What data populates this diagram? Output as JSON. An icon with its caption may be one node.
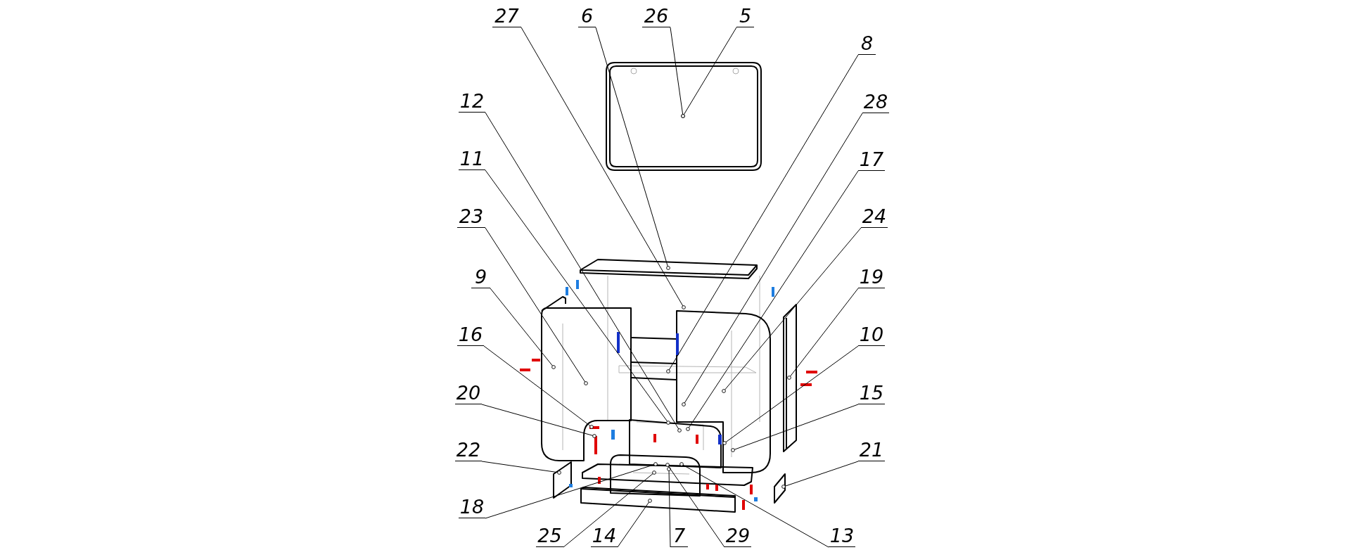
{
  "diagram": {
    "nodes": [
      {
        "text": [
          "27"
        ]
      },
      {
        "text": [
          "6"
        ]
      },
      {
        "text": [
          "26"
        ]
      },
      {
        "text": [
          "5"
        ]
      },
      {
        "text": [
          "8"
        ]
      },
      {
        "text": [
          "12"
        ]
      },
      {
        "text": [
          "28"
        ]
      },
      {
        "text": [
          "11"
        ]
      },
      {
        "text": [
          "17"
        ]
      },
      {
        "text": [
          "23"
        ]
      },
      {
        "text": [
          "24"
        ]
      },
      {
        "text": [
          "9"
        ]
      },
      {
        "text": [
          "19"
        ]
      },
      {
        "text": [
          "16"
        ]
      },
      {
        "text": [
          "10"
        ]
      },
      {
        "text": [
          "20"
        ]
      },
      {
        "text": [
          "15"
        ]
      },
      {
        "text": [
          "22"
        ]
      },
      {
        "text": [
          "21"
        ]
      },
      {
        "text": [
          "18"
        ]
      },
      {
        "text": [
          "25"
        ]
      },
      {
        "text": [
          "14"
        ]
      },
      {
        "text": [
          "7"
        ]
      },
      {
        "text": [
          "29"
        ]
      },
      {
        "text": [
          "13"
        ]
      }
    ],
    "edges": [
      {
        "from": 0,
        "to": null,
        "arrow": "other"
      },
      {
        "from": 1,
        "to": null,
        "arrow": "other"
      },
      {
        "from": 2,
        "to": null,
        "arrow": "other"
      },
      {
        "from": 3,
        "to": null,
        "arrow": "other"
      },
      {
        "from": 4,
        "to": null,
        "arrow": "other"
      },
      {
        "from": 5,
        "to": null,
        "arrow": "other"
      },
      {
        "from": 6,
        "to": null,
        "arrow": "other"
      },
      {
        "from": 7,
        "to": null,
        "arrow": "other"
      },
      {
        "from": 8,
        "to": null,
        "arrow": "other"
      },
      {
        "from": 9,
        "to": null,
        "arrow": "other"
      },
      {
        "from": 10,
        "to": null,
        "arrow": "other"
      },
      {
        "from": 11,
        "to": null,
        "arrow": "other"
      },
      {
        "from": 12,
        "to": null,
        "arrow": "other"
      },
      {
        "from": 13,
        "to": null,
        "arrow": "other"
      },
      {
        "from": 14,
        "to": null,
        "arrow": "other"
      },
      {
        "from": 15,
        "to": null,
        "arrow": "other"
      },
      {
        "from": 16,
        "to": null,
        "arrow": "other"
      },
      {
        "from": 17,
        "to": null,
        "arrow": "other"
      },
      {
        "from": 18,
        "to": null,
        "arrow": "other"
      },
      {
        "from": 19,
        "to": null,
        "arrow": "other"
      },
      {
        "from": 20,
        "to": null,
        "arrow": "other"
      },
      {
        "from": 21,
        "to": null,
        "arrow": "other"
      },
      {
        "from": 22,
        "to": null,
        "arrow": "other"
      },
      {
        "from": 23,
        "to": null,
        "arrow": "other"
      },
      {
        "from": 24,
        "to": null,
        "arrow": "other"
      }
    ]
  }
}
